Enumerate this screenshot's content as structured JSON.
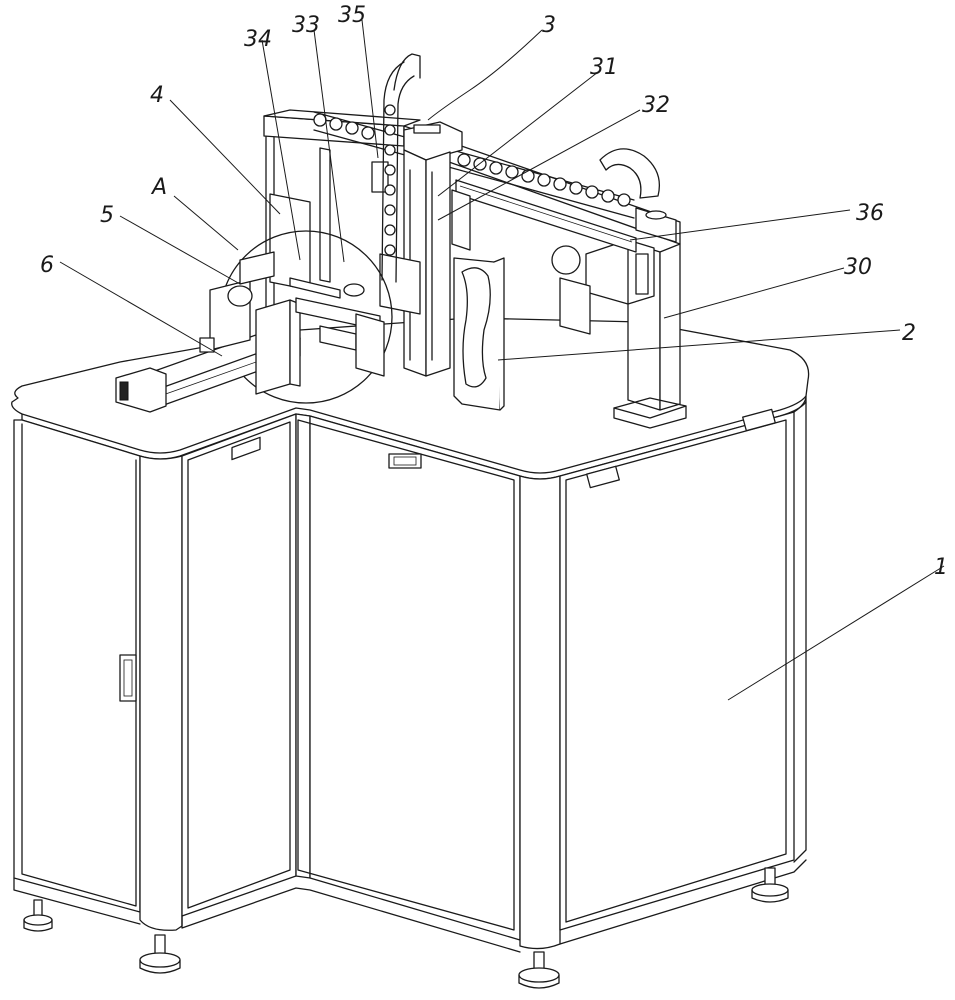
{
  "labels": {
    "l34": "34",
    "l33": "33",
    "l35": "35",
    "l3": "3",
    "l31": "31",
    "l32": "32",
    "l4": "4",
    "lA": "A",
    "l5": "5",
    "l6": "6",
    "l36": "36",
    "l30": "30",
    "l2": "2",
    "l1": "1"
  }
}
